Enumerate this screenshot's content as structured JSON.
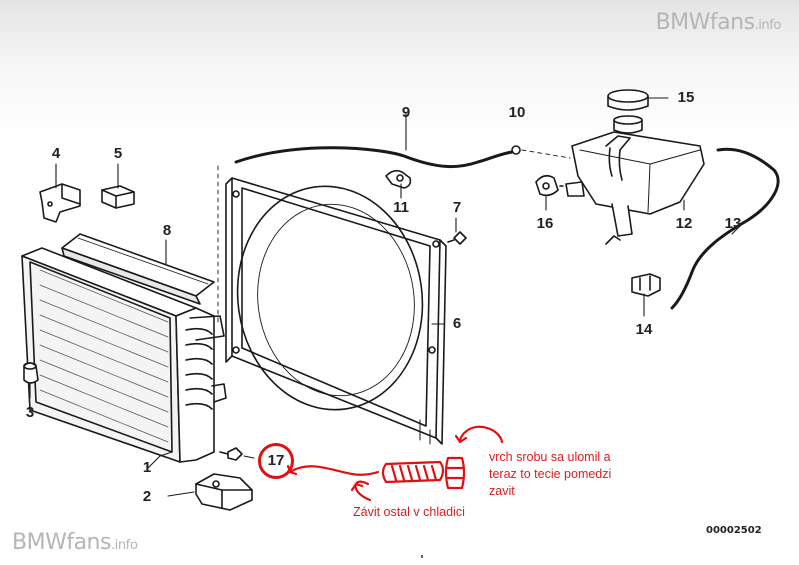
{
  "branding": {
    "top": {
      "name": "BMWfans",
      "suffix": ".info"
    },
    "bottom": {
      "name": "BMWfans",
      "suffix": ".info"
    }
  },
  "diagram": {
    "reference_code": "00002502",
    "part_numbers": [
      "1",
      "2",
      "3",
      "4",
      "5",
      "6",
      "7",
      "8",
      "9",
      "10",
      "11",
      "12",
      "13",
      "14",
      "15",
      "16",
      "17"
    ],
    "highlighted_part": "17"
  },
  "annotations": {
    "note_broken": "vrch srobu sa ulomil a teraz to tecie pomedzi zavit",
    "note_thread": "Závit ostal v chladici"
  },
  "colors": {
    "annotation_red": "#d81e1e",
    "line_art": "#1a1a1a",
    "watermark": "#b5b5b5"
  }
}
